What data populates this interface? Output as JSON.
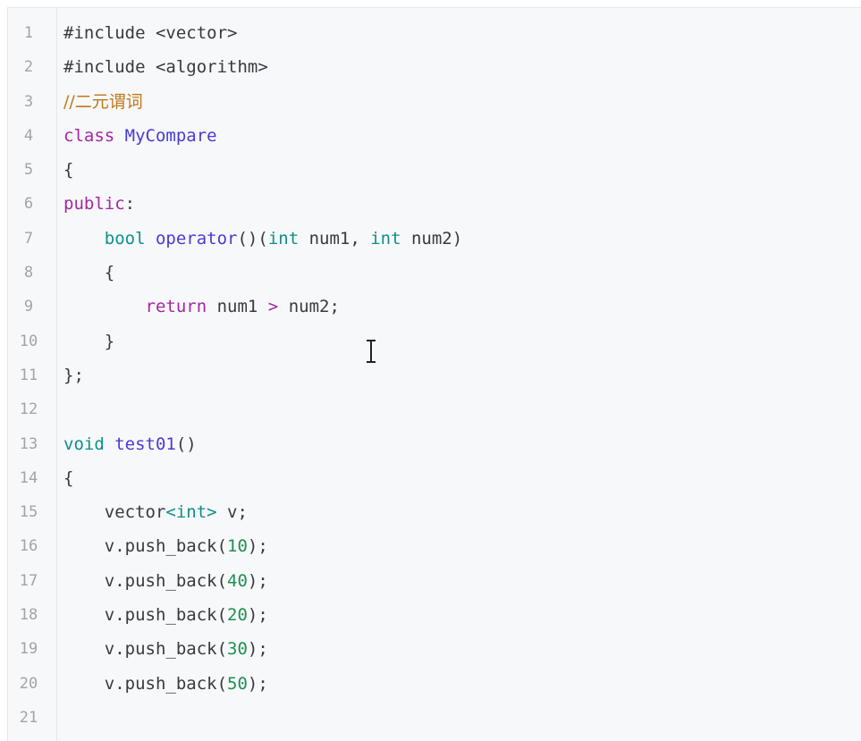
{
  "editor": {
    "lines": [
      {
        "num": "1",
        "tokens": [
          {
            "t": "#include <vector>",
            "c": "pl"
          }
        ]
      },
      {
        "num": "2",
        "tokens": [
          {
            "t": "#include <algorithm>",
            "c": "pl"
          }
        ]
      },
      {
        "num": "3",
        "tokens": [
          {
            "t": "//二元谓词",
            "c": "cm"
          }
        ]
      },
      {
        "num": "4",
        "tokens": [
          {
            "t": "class ",
            "c": "kw"
          },
          {
            "t": "MyCompare",
            "c": "fn"
          }
        ]
      },
      {
        "num": "5",
        "tokens": [
          {
            "t": "{",
            "c": "pl"
          }
        ]
      },
      {
        "num": "6",
        "tokens": [
          {
            "t": "public",
            "c": "kw"
          },
          {
            "t": ":",
            "c": "pl"
          }
        ]
      },
      {
        "num": "7",
        "tokens": [
          {
            "t": "    ",
            "c": "pl"
          },
          {
            "t": "bool ",
            "c": "ty"
          },
          {
            "t": "operator",
            "c": "fn"
          },
          {
            "t": "()(",
            "c": "pl"
          },
          {
            "t": "int",
            "c": "ty"
          },
          {
            "t": " num1, ",
            "c": "pl"
          },
          {
            "t": "int",
            "c": "ty"
          },
          {
            "t": " num2)",
            "c": "pl"
          }
        ]
      },
      {
        "num": "8",
        "tokens": [
          {
            "t": "    {",
            "c": "pl"
          }
        ]
      },
      {
        "num": "9",
        "tokens": [
          {
            "t": "        ",
            "c": "pl"
          },
          {
            "t": "return",
            "c": "kw"
          },
          {
            "t": " num1 ",
            "c": "pl"
          },
          {
            "t": ">",
            "c": "kw"
          },
          {
            "t": " num2;",
            "c": "pl"
          }
        ]
      },
      {
        "num": "10",
        "tokens": [
          {
            "t": "    }",
            "c": "pl"
          }
        ]
      },
      {
        "num": "11",
        "tokens": [
          {
            "t": "};",
            "c": "pl"
          }
        ]
      },
      {
        "num": "12",
        "tokens": []
      },
      {
        "num": "13",
        "tokens": [
          {
            "t": "void ",
            "c": "ty"
          },
          {
            "t": "test01",
            "c": "fn"
          },
          {
            "t": "()",
            "c": "pl"
          }
        ]
      },
      {
        "num": "14",
        "tokens": [
          {
            "t": "{",
            "c": "pl"
          }
        ]
      },
      {
        "num": "15",
        "tokens": [
          {
            "t": "    vector",
            "c": "pl"
          },
          {
            "t": "<int>",
            "c": "ty"
          },
          {
            "t": " v;",
            "c": "pl"
          }
        ]
      },
      {
        "num": "16",
        "tokens": [
          {
            "t": "    v.push_back(",
            "c": "pl"
          },
          {
            "t": "10",
            "c": "num"
          },
          {
            "t": ");",
            "c": "pl"
          }
        ]
      },
      {
        "num": "17",
        "tokens": [
          {
            "t": "    v.push_back(",
            "c": "pl"
          },
          {
            "t": "40",
            "c": "num"
          },
          {
            "t": ");",
            "c": "pl"
          }
        ]
      },
      {
        "num": "18",
        "tokens": [
          {
            "t": "    v.push_back(",
            "c": "pl"
          },
          {
            "t": "20",
            "c": "num"
          },
          {
            "t": ");",
            "c": "pl"
          }
        ]
      },
      {
        "num": "19",
        "tokens": [
          {
            "t": "    v.push_back(",
            "c": "pl"
          },
          {
            "t": "30",
            "c": "num"
          },
          {
            "t": ");",
            "c": "pl"
          }
        ]
      },
      {
        "num": "20",
        "tokens": [
          {
            "t": "    v.push_back(",
            "c": "pl"
          },
          {
            "t": "50",
            "c": "num"
          },
          {
            "t": ");",
            "c": "pl"
          }
        ]
      },
      {
        "num": "21",
        "tokens": []
      }
    ]
  },
  "colors": {
    "keyword": "#a626a4",
    "type": "#0d8f8a",
    "function": "#4a3ad6",
    "number": "#1f8f50",
    "comment": "#c0771b",
    "plain": "#383a42",
    "line_number": "#a0a4aa",
    "background": "#f7f8f9"
  },
  "cursor_icon": "text-cursor-icon"
}
